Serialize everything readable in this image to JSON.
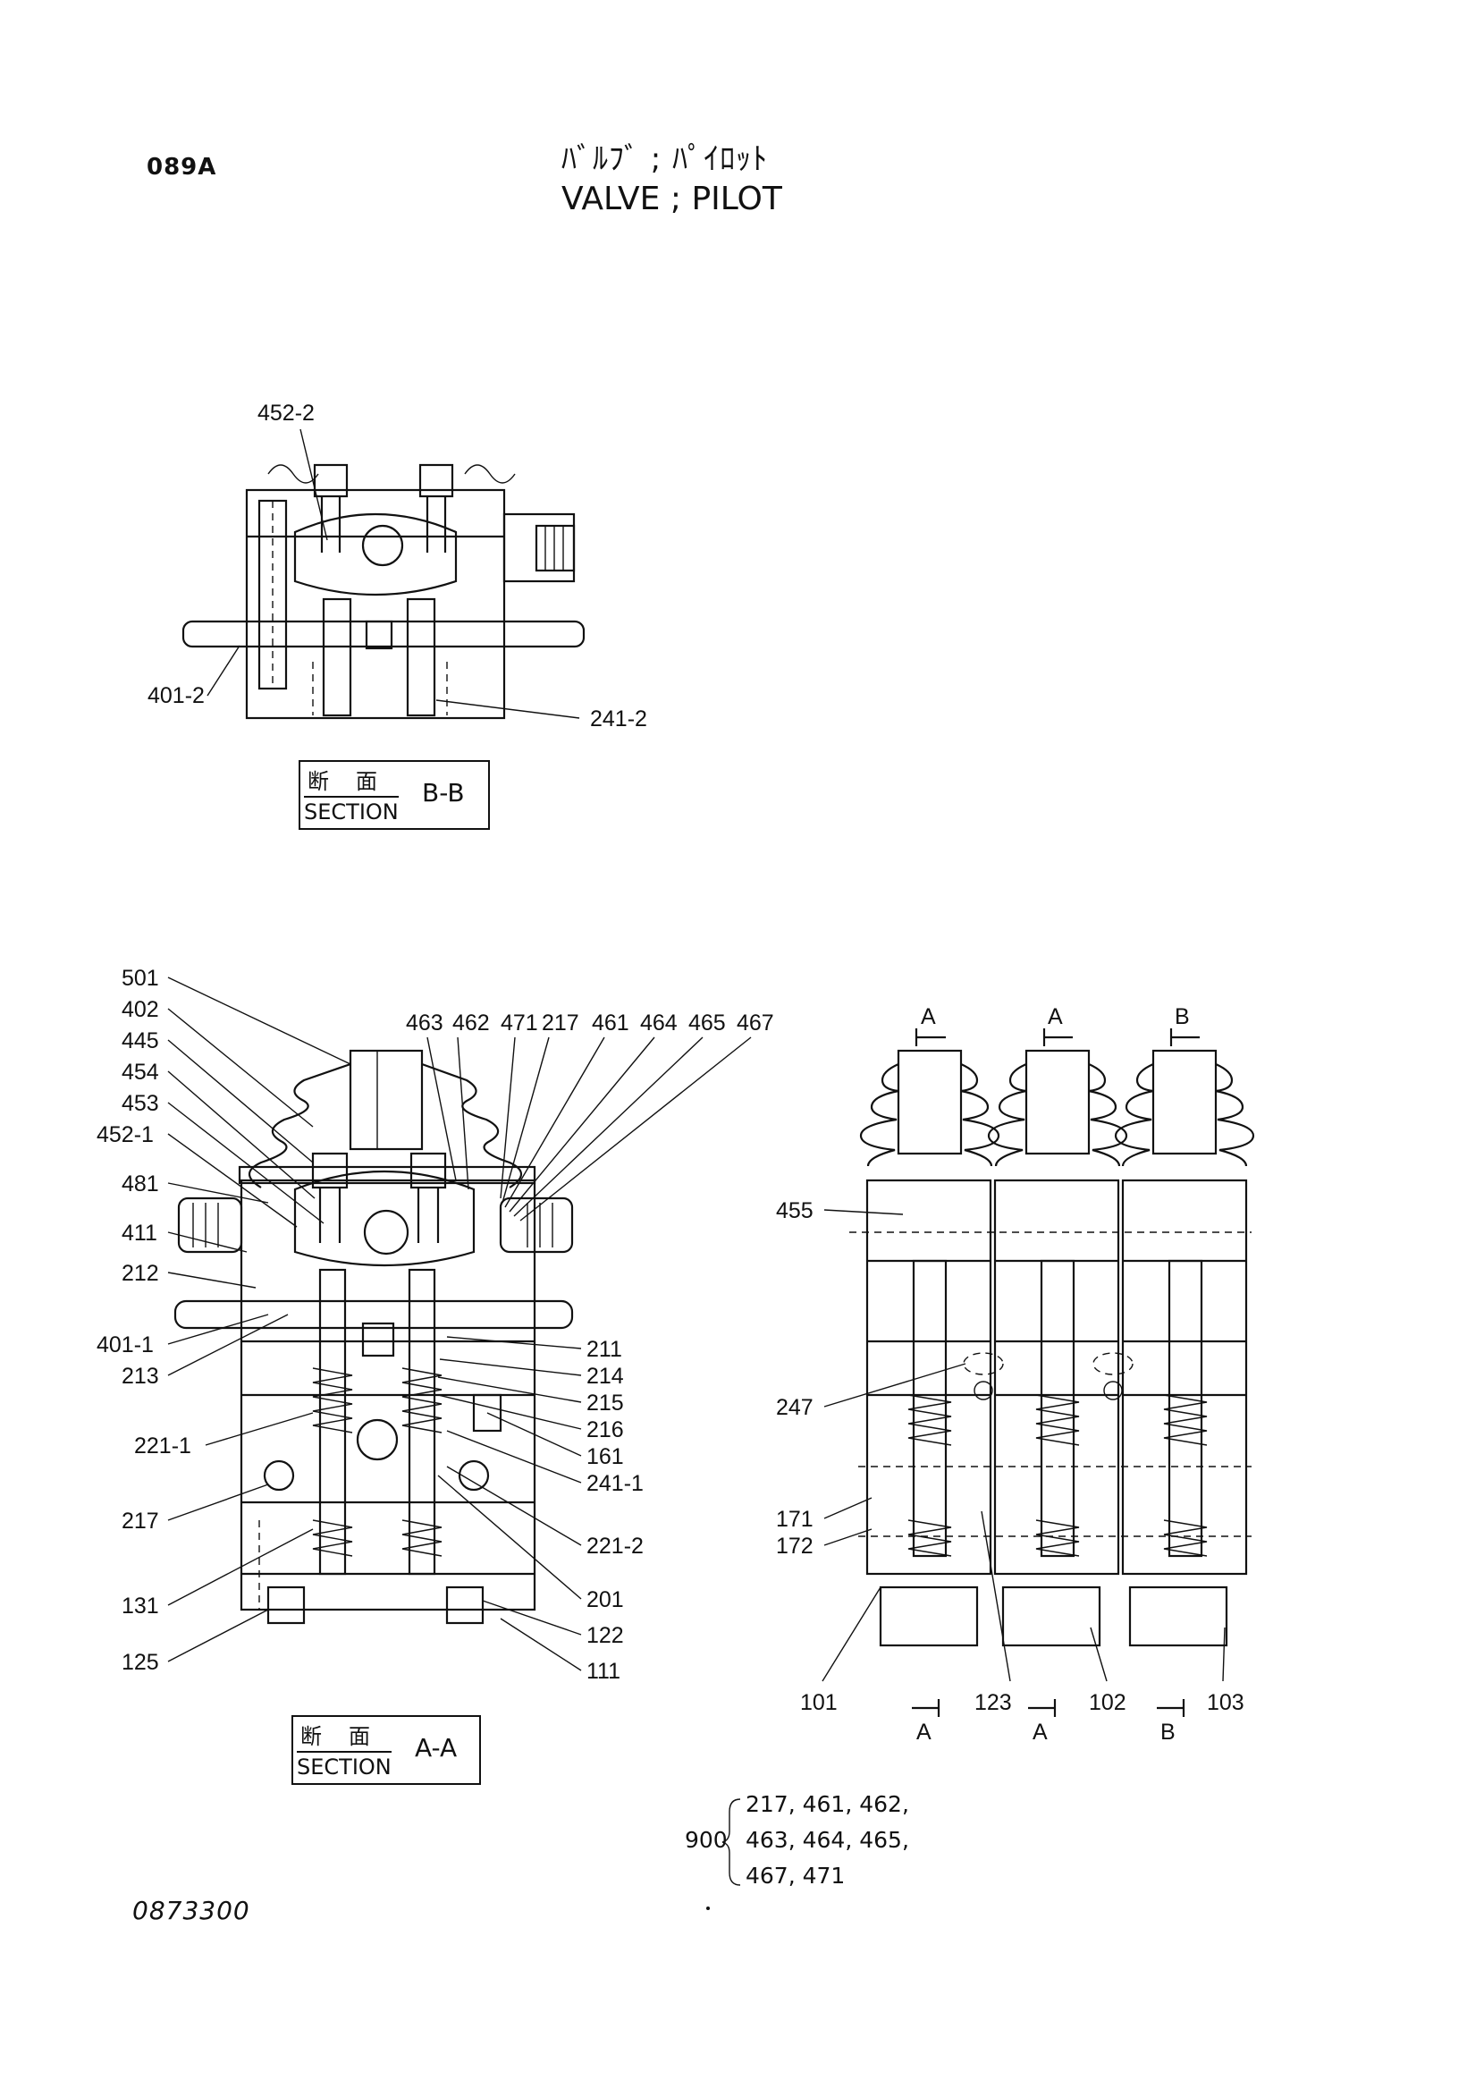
{
  "header": {
    "page_code": "089A",
    "title_jp": "ﾊﾞﾙﾌﾞ ; ﾊﾟｲﾛｯﾄ",
    "title_en": "VALVE ; PILOT"
  },
  "section_bb": {
    "jp": "断面",
    "en": "SECTION",
    "id": "B-B",
    "labels": [
      "452-2",
      "401-2",
      "241-2"
    ]
  },
  "section_aa": {
    "jp": "断面",
    "en": "SECTION",
    "id": "A-A",
    "left_labels": [
      "501",
      "402",
      "445",
      "454",
      "453",
      "452-1",
      "481",
      "411",
      "212",
      "401-1",
      "213",
      "221-1",
      "217",
      "131",
      "125"
    ],
    "top_labels": [
      "463",
      "462",
      "471",
      "217",
      "461",
      "464",
      "465",
      "467"
    ],
    "right_labels": [
      "211",
      "214",
      "215",
      "216",
      "161",
      "241-1",
      "221-2",
      "201",
      "122",
      "111"
    ]
  },
  "side_view": {
    "section_marks_top": [
      "A",
      "A",
      "B"
    ],
    "left_labels": [
      "455",
      "247",
      "171",
      "172"
    ],
    "bottom_labels": [
      "101",
      "123",
      "102",
      "103"
    ],
    "section_marks_bottom": [
      "A",
      "A",
      "B"
    ]
  },
  "kit_note": {
    "number": "900",
    "lines": [
      "217, 461, 462,",
      "463, 464, 465,",
      "467, 471"
    ]
  },
  "footer": {
    "doc_number": "0873300"
  }
}
